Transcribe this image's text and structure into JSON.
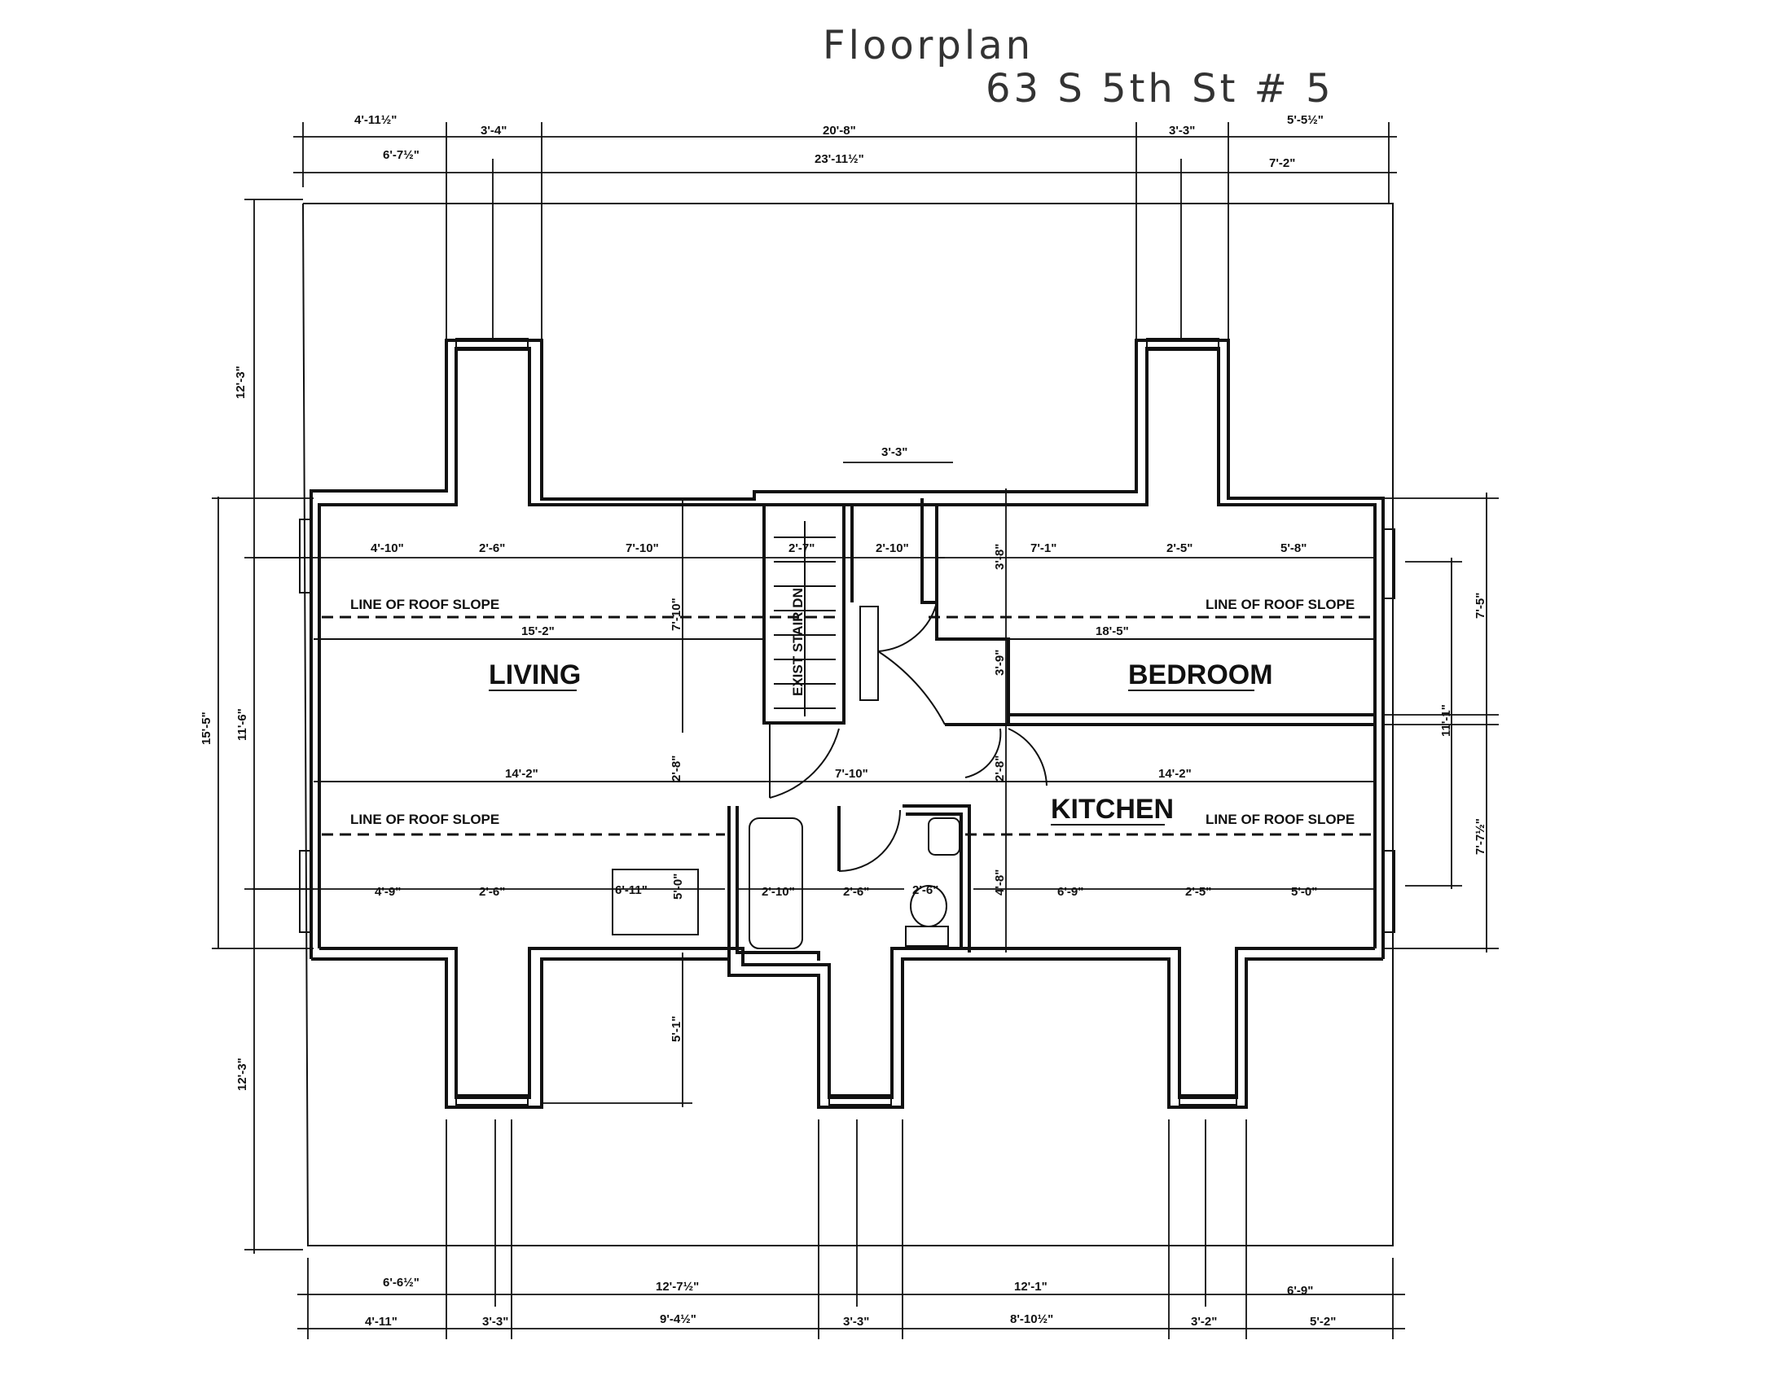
{
  "title": {
    "line1": "Floorplan",
    "line2": "63 S 5th St # 5"
  },
  "rooms": {
    "living": "LIVING",
    "bedroom": "BEDROOM",
    "kitchen": "KITCHEN"
  },
  "stair_label": "EXIST STAIR DN",
  "roof_slope_label": "LINE OF ROOF SLOPE",
  "dimensions": {
    "top_row1": [
      "4'-11½\"",
      "3'-4\"",
      "20'-8\"",
      "3'-3\"",
      "5'-5½\""
    ],
    "top_row2": [
      "6'-7½\"",
      "23'-11½\"",
      "7'-2\""
    ],
    "stair_width": "3'-3\"",
    "upper_left": [
      "4'-10\"",
      "2'-6\"",
      "7'-10\""
    ],
    "upper_center": [
      "2'-7\"",
      "2'-10\""
    ],
    "upper_right": [
      "3'-8\"",
      "7'-1\"",
      "2'-5\"",
      "5'-8\""
    ],
    "living_width": "15'-2\"",
    "bedroom_width": "18'-5\"",
    "living_depth": "7'-10\"",
    "bedroom_depth": "3'-9\"",
    "lower_span_left": "14'-2\"",
    "lower_span_mid": "7'-10\"",
    "lower_span_right": "14'-2\"",
    "lower_left_vert": "2'-8\"",
    "kitchen_vert": "2'-8\"",
    "lower_left": [
      "4'-9\"",
      "2'-6\""
    ],
    "closet": [
      "6'-11\"",
      "5'-0\""
    ],
    "bath": [
      "2'-10\"",
      "2'-6\"",
      "2'-6\""
    ],
    "kitchen_row": [
      "4'-8\"",
      "6'-9\"",
      "2'-5\"",
      "5'-0\""
    ],
    "left_vert": [
      "12'-3\"",
      "15'-5\"",
      "11'-6\"",
      "12'-3\""
    ],
    "right_vert": [
      "7'-5\"",
      "11'-1\"",
      "7'-7½\""
    ],
    "bottom_dormer": "5'-1\"",
    "bottom_row1": [
      "6'-6½\"",
      "12'-7½\"",
      "12'-1\"",
      "6'-9\""
    ],
    "bottom_row2": [
      "4'-11\"",
      "3'-3\"",
      "9'-4½\"",
      "3'-3\"",
      "8'-10½\"",
      "3'-2\"",
      "5'-2\""
    ]
  }
}
